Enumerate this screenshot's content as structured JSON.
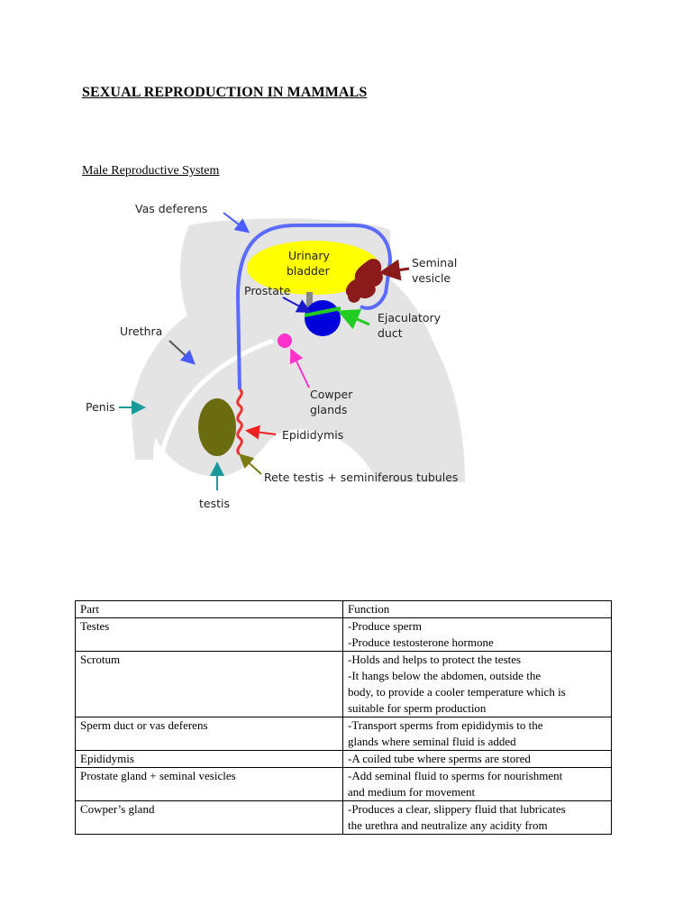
{
  "title": "SEXUAL REPRODUCTION IN MAMMALS",
  "subtitle": "Male Reproductive  System",
  "diagram": {
    "labels": {
      "vas_deferens": "Vas deferens",
      "urinary_bladder_1": "Urinary",
      "urinary_bladder_2": "bladder",
      "seminal_vesicle_1": "Seminal",
      "seminal_vesicle_2": "vesicle",
      "prostate": "Prostate",
      "ejaculatory_duct_1": "Ejaculatory",
      "ejaculatory_duct_2": "duct",
      "urethra": "Urethra",
      "cowper_glands_1": "Cowper",
      "cowper_glands_2": "glands",
      "penis": "Penis",
      "epididymis": "Epididymis",
      "rete_testis": "Rete testis + seminiferous tubules",
      "testis": "testis"
    },
    "colors": {
      "body": "#e4e4e4",
      "vas_deferens": "#5b6bff",
      "bladder": "#ffff00",
      "seminal_vesicle": "#8b1a1a",
      "prostate": "#0000dd",
      "ejaculatory_duct": "#22cc22",
      "cowper": "#ff33cc",
      "testis": "#6b6b0f",
      "epididymis": "#ee3333",
      "arrow_teal": "#1a9a9a",
      "arrow_olive": "#7a7a10"
    }
  },
  "table": {
    "headers": {
      "part": "Part",
      "function": "Function"
    },
    "rows": [
      {
        "part": "Testes",
        "function": [
          "-Produce sperm",
          "-Produce testosterone hormone"
        ]
      },
      {
        "part": "Scrotum",
        "function": [
          "-Holds and helps to protect the testes",
          "-It hangs below the abdomen, outside the",
          "body, to provide a cooler temperature which is",
          "suitable for sperm production"
        ]
      },
      {
        "part": "Sperm duct or vas deferens",
        "function": [
          "-Transport sperms from epididymis to the",
          "glands where seminal fluid is added"
        ]
      },
      {
        "part": "Epididymis",
        "function": [
          "-A coiled tube where sperms are stored"
        ]
      },
      {
        "part": "Prostate gland + seminal vesicles",
        "function": [
          "-Add seminal fluid to sperms for nourishment",
          "and medium for movement"
        ]
      },
      {
        "part": "Cowper’s gland",
        "function": [
          "-Produces a clear, slippery fluid that lubricates",
          "the urethra and neutralize any acidity from"
        ]
      }
    ]
  }
}
